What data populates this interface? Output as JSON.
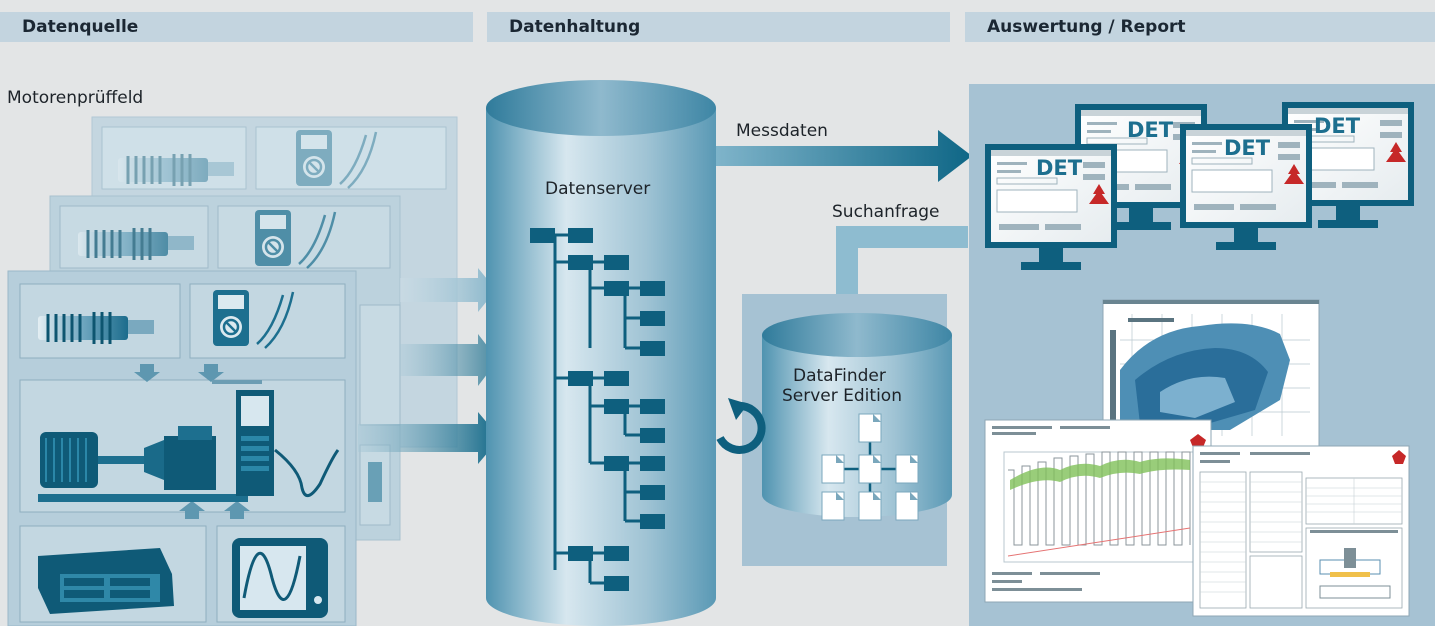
{
  "headers": {
    "source": "Datenquelle",
    "storage": "Datenhaltung",
    "report": "Auswertung / Report"
  },
  "labels": {
    "test_field": "Motorenprüffeld",
    "data_server": "Datenserver",
    "measurement_data": "Messdaten",
    "search_query": "Suchanfrage",
    "datafinder_line1": "DataFinder",
    "datafinder_line2": "Server Edition",
    "det": "DET"
  },
  "colors": {
    "background": "#e3e5e6",
    "header_bar": "#c3d4df",
    "dark_teal": "#0e5872",
    "mid_teal": "#2a7f9c",
    "cylinder_light": "#a9c8d8",
    "panel_blue": "#a6c2d3"
  },
  "icons": [
    "sensor-icon",
    "multimeter-icon",
    "engine-test-bench-icon",
    "control-unit-icon",
    "oscilloscope-icon",
    "refresh-icon",
    "monitor-icon",
    "document-icon"
  ]
}
